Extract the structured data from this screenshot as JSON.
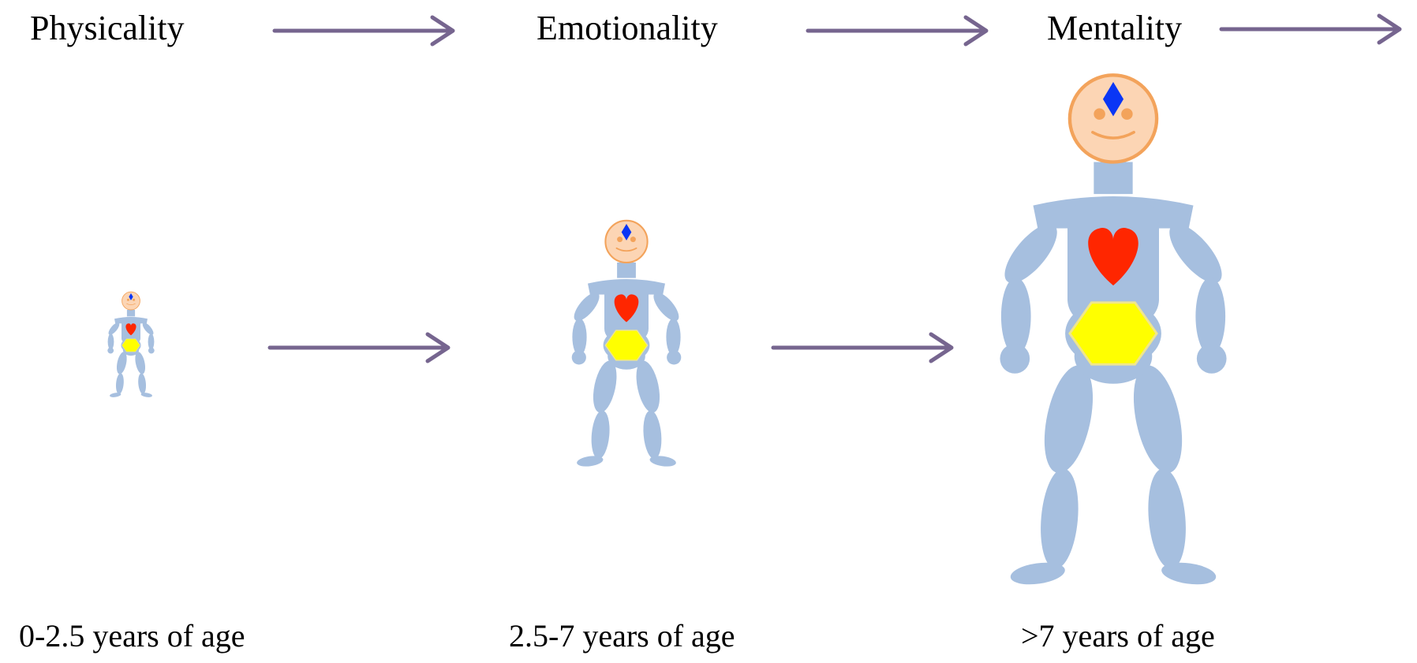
{
  "stages": [
    {
      "title": "Physicality",
      "age": "0-2.5 years of age"
    },
    {
      "title": "Emotionality",
      "age": "2.5-7 years of age"
    },
    {
      "title": "Mentality",
      "age": ">7 years of age"
    }
  ],
  "colors": {
    "arrow": "#76658f",
    "body": "#a6bfdf",
    "head_fill": "#fcd5b4",
    "head_stroke": "#f3a35b",
    "heart": "#ff2600",
    "diamond": "#0a36f5",
    "hexagon": "#ffff00"
  },
  "icons": [
    "heart-icon",
    "diamond-icon",
    "hexagon-icon"
  ]
}
